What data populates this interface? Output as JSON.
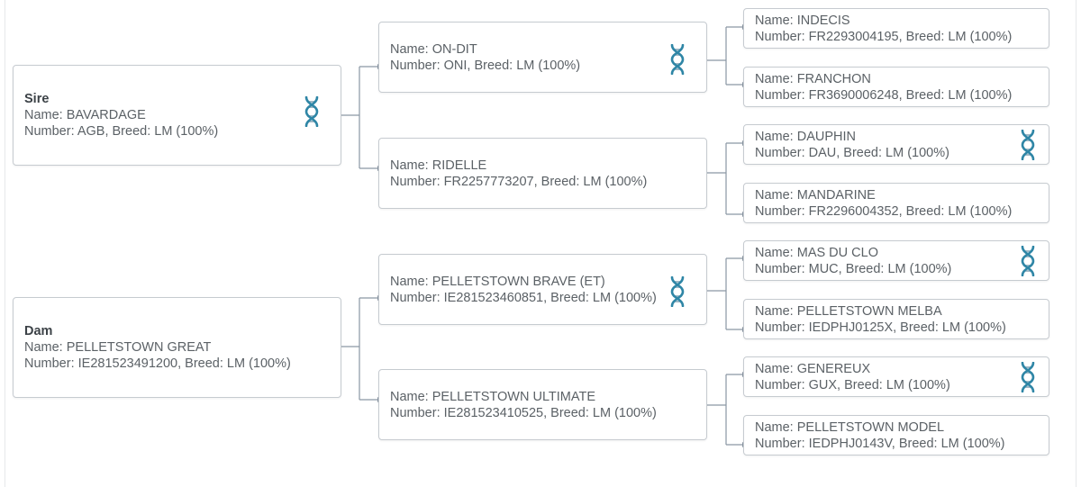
{
  "colors": {
    "connector": "#8a96a3",
    "dna_strand": "#2f86a6",
    "dna_rung": "#9fb8c6",
    "border": "#c6cbd0"
  },
  "sire": {
    "role": "Sire",
    "name": "Name: BAVARDAGE",
    "number": "Number: AGB, Breed: LM (100%)",
    "icon": "dna-icon"
  },
  "dam": {
    "role": "Dam",
    "name": "Name: PELLETSTOWN GREAT",
    "number": "Number: IE281523491200, Breed: LM (100%)"
  },
  "sire_sire": {
    "name": "Name: ON-DIT",
    "number": "Number: ONI, Breed: LM (100%)",
    "icon": "dna-icon"
  },
  "sire_dam": {
    "name": "Name: RIDELLE",
    "number": "Number: FR2257773207, Breed: LM (100%)"
  },
  "dam_sire": {
    "name": "Name: PELLETSTOWN BRAVE (ET)",
    "number": "Number: IE281523460851, Breed: LM (100%)",
    "icon": "dna-icon"
  },
  "dam_dam": {
    "name": "Name: PELLETSTOWN ULTIMATE",
    "number": "Number: IE281523410525, Breed: LM (100%)"
  },
  "gen3": [
    {
      "name": "Name: INDECIS",
      "number": "Number: FR2293004195, Breed: LM (100%)"
    },
    {
      "name": "Name: FRANCHON",
      "number": "Number: FR3690006248, Breed: LM (100%)"
    },
    {
      "name": "Name: DAUPHIN",
      "number": "Number: DAU, Breed: LM (100%)",
      "icon": "dna-icon"
    },
    {
      "name": "Name: MANDARINE",
      "number": "Number: FR2296004352, Breed: LM (100%)"
    },
    {
      "name": "Name: MAS DU CLO",
      "number": "Number: MUC, Breed: LM (100%)",
      "icon": "dna-icon"
    },
    {
      "name": "Name: PELLETSTOWN MELBA",
      "number": "Number: IEDPHJ0125X, Breed: LM (100%)"
    },
    {
      "name": "Name: GENEREUX",
      "number": "Number: GUX, Breed: LM (100%)",
      "icon": "dna-icon"
    },
    {
      "name": "Name: PELLETSTOWN MODEL",
      "number": "Number: IEDPHJ0143V, Breed: LM (100%)"
    }
  ]
}
